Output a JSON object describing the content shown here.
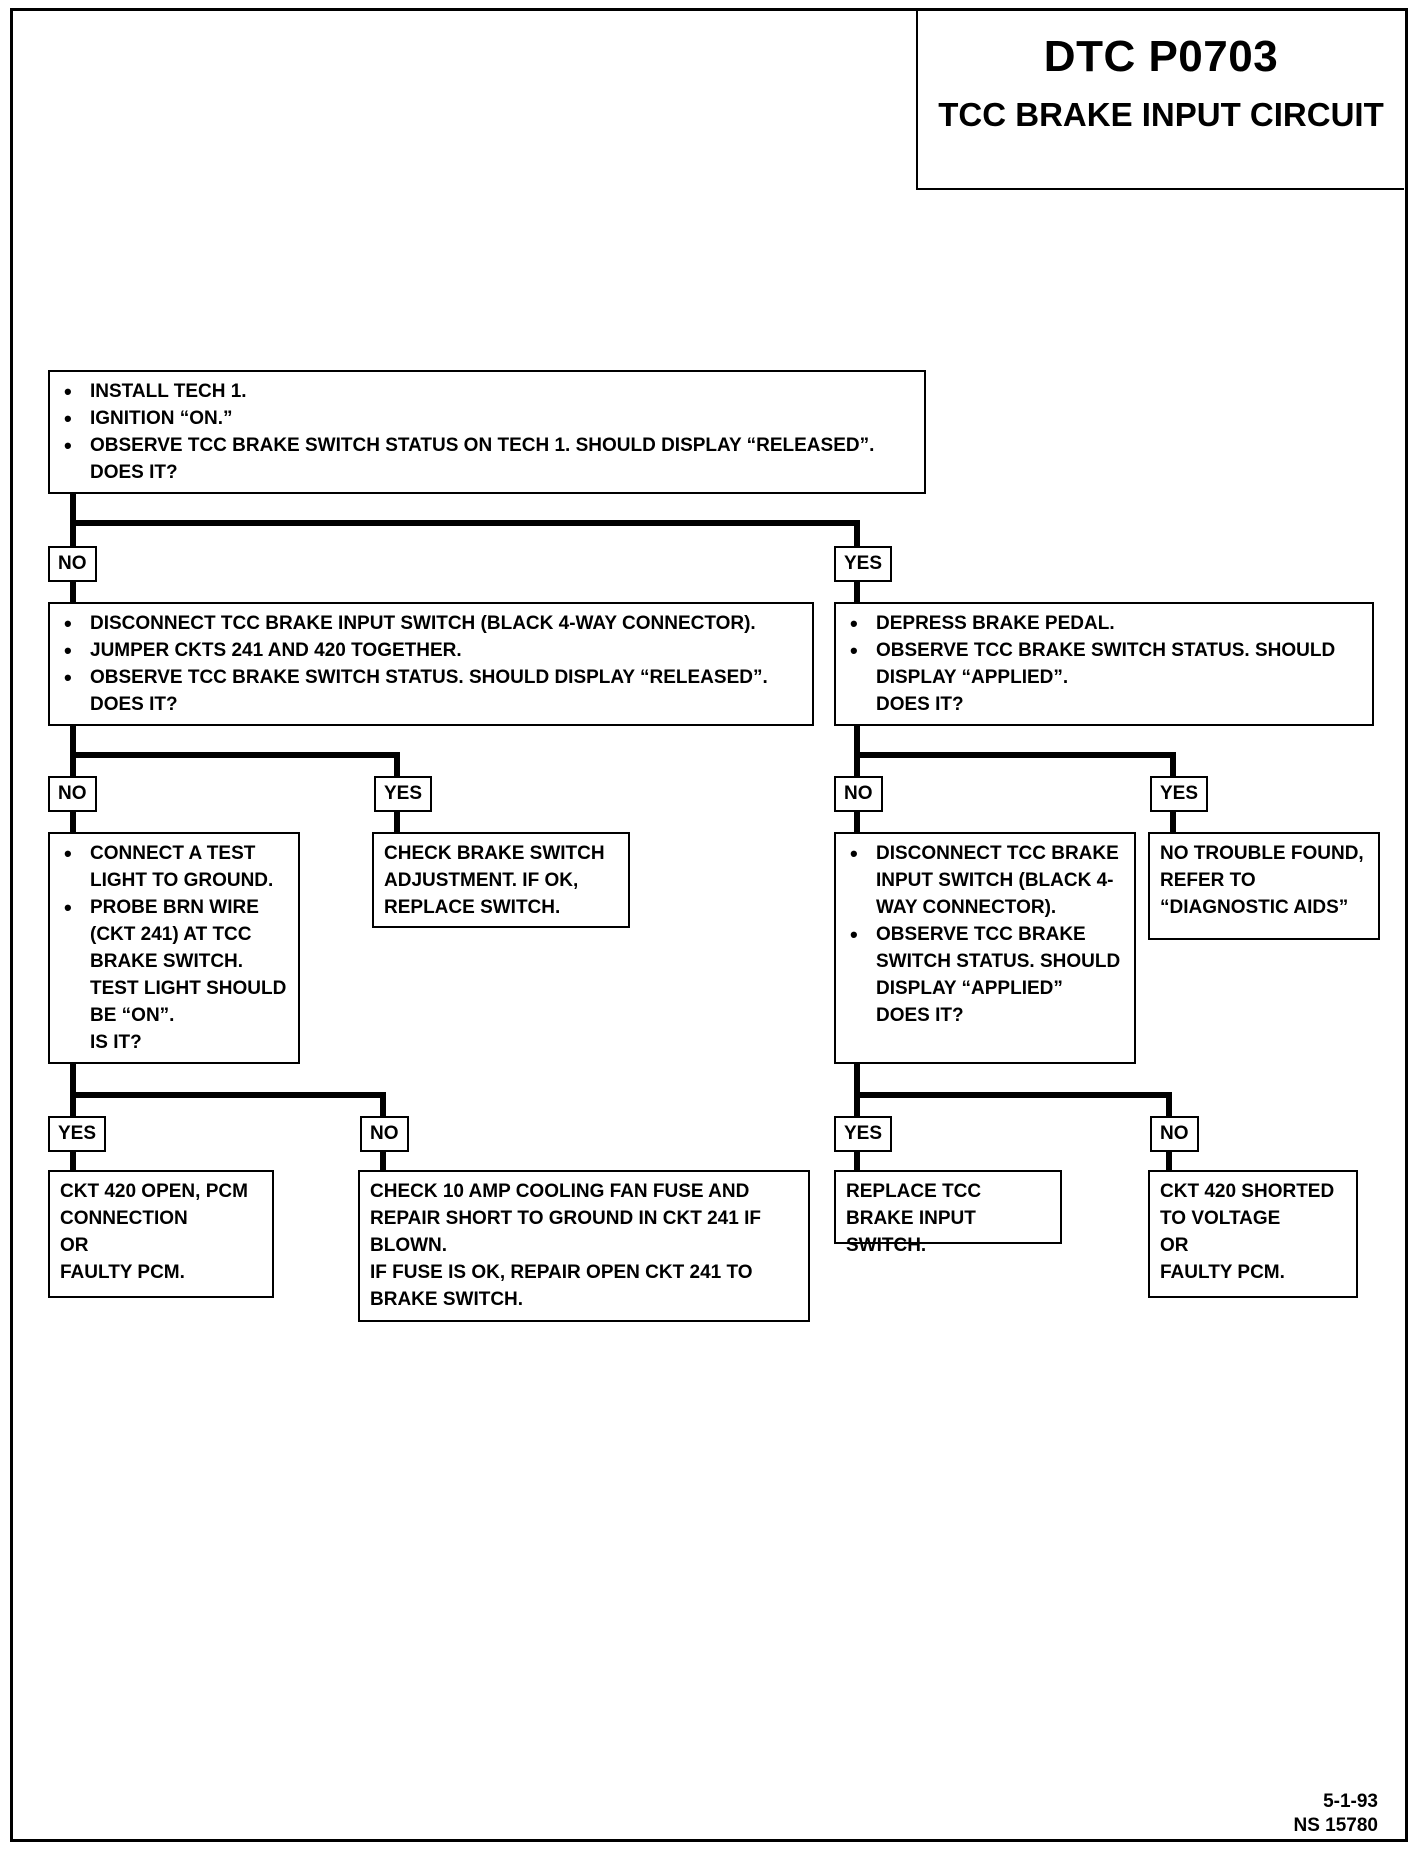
{
  "title": {
    "code": "DTC P0703",
    "name": "TCC BRAKE INPUT CIRCUIT"
  },
  "steps": {
    "start": {
      "bullets": [
        "INSTALL TECH 1.",
        "IGNITION “ON.”",
        "OBSERVE TCC BRAKE SWITCH STATUS ON TECH 1.  SHOULD DISPLAY “RELEASED”."
      ],
      "question": "DOES IT?"
    },
    "no1": {
      "bullets": [
        "DISCONNECT TCC BRAKE INPUT SWITCH (BLACK 4-WAY CONNECTOR).",
        "JUMPER CKTS 241 AND 420 TOGETHER.",
        "OBSERVE TCC BRAKE SWITCH STATUS.  SHOULD DISPLAY “RELEASED”."
      ],
      "question": "DOES IT?"
    },
    "yes1": {
      "bullets": [
        "DEPRESS BRAKE PEDAL.",
        "OBSERVE TCC BRAKE SWITCH STATUS.  SHOULD DISPLAY “APPLIED”."
      ],
      "question": "DOES IT?"
    },
    "test_light": {
      "bullets": [
        "CONNECT A TEST LIGHT TO GROUND.",
        "PROBE BRN WIRE (CKT 241) AT TCC BRAKE SWITCH. TEST LIGHT SHOULD BE “ON”."
      ],
      "question": "IS IT?"
    },
    "adjust": {
      "text": "CHECK BRAKE SWITCH ADJUSTMENT.  IF OK, REPLACE SWITCH."
    },
    "disc2": {
      "bullets": [
        "DISCONNECT TCC BRAKE INPUT SWITCH (BLACK 4-WAY CONNECTOR).",
        "OBSERVE TCC BRAKE SWITCH STATUS. SHOULD DISPLAY “APPLIED”"
      ],
      "question": "DOES IT?"
    },
    "no_trouble": {
      "text": "NO TROUBLE FOUND,  REFER TO “DIAGNOSTIC AIDS”"
    },
    "ckt420_open": {
      "text": "CKT 420 OPEN, PCM CONNECTION\nOR\nFAULTY PCM."
    },
    "fuse": {
      "text": "CHECK 10 AMP COOLING FAN FUSE AND REPAIR SHORT TO GROUND IN CKT 241 IF BLOWN.\nIF FUSE IS OK, REPAIR OPEN CKT 241 TO BRAKE SWITCH."
    },
    "replace_tcc": {
      "text": "REPLACE TCC BRAKE INPUT SWITCH."
    },
    "ckt420_short": {
      "text": "CKT 420 SHORTED TO VOLTAGE\nOR\nFAULTY PCM."
    }
  },
  "labels": {
    "no": "NO",
    "yes": "YES"
  },
  "footer": {
    "date": "5-1-93",
    "code": "NS 15780"
  }
}
